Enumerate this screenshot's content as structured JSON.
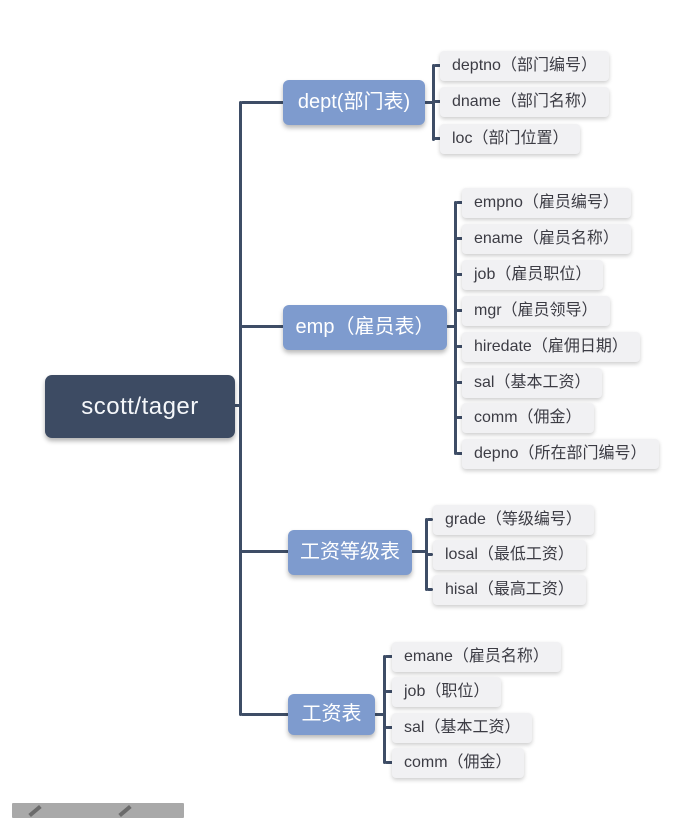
{
  "diagram": {
    "type": "mindmap",
    "root": {
      "label": "scott/tager"
    },
    "branches": [
      {
        "id": "dept",
        "label": "dept(部门表)",
        "leaves": [
          "deptno（部门编号）",
          "dname（部门名称）",
          "loc（部门位置）"
        ]
      },
      {
        "id": "emp",
        "label": "emp（雇员表）",
        "leaves": [
          "empno（雇员编号）",
          "ename（雇员名称）",
          "job（雇员职位）",
          "mgr（雇员领导）",
          "hiredate（雇佣日期）",
          "sal（基本工资）",
          "comm（佣金）",
          "depno（所在部门编号）"
        ]
      },
      {
        "id": "salgrade",
        "label": "工资等级表",
        "leaves": [
          "grade（等级编号）",
          "losal（最低工资）",
          "hisal（最高工资）"
        ]
      },
      {
        "id": "salary",
        "label": "工资表",
        "leaves": [
          "emane（雇员名称）",
          "job（职位）",
          "sal（基本工资）",
          "comm（佣金）"
        ]
      }
    ],
    "colors": {
      "root_bg": "#3d4b63",
      "branch_bg": "#7e9bce",
      "leaf_bg": "#f1f1f3",
      "leaf_text": "#3c3c44",
      "connector": "#3e4d66",
      "background": "#ffffff"
    }
  }
}
